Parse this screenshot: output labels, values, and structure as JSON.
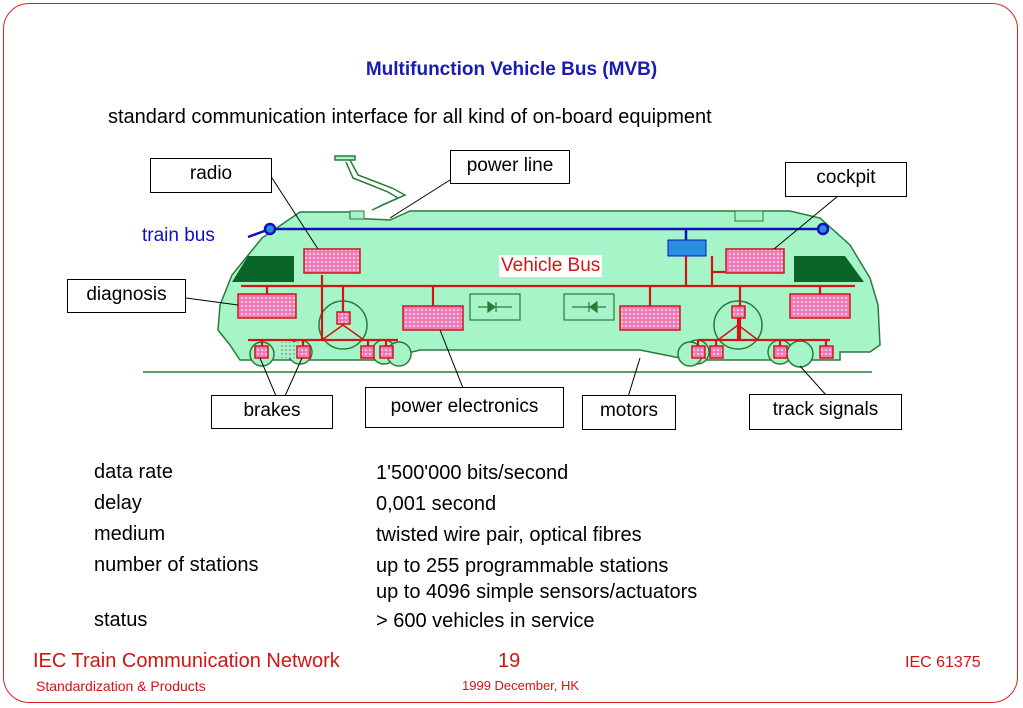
{
  "slide": {
    "title": "Multifunction Vehicle Bus (MVB)",
    "subtitle": "standard communication interface for all kind of on-board equipment"
  },
  "diagram": {
    "labels": {
      "radio": "radio",
      "power_line": "power line",
      "cockpit": "cockpit",
      "train_bus": "train bus",
      "vehicle_bus": "Vehicle Bus",
      "diagnosis": "diagnosis",
      "brakes": "brakes",
      "power_electronics": "power electronics",
      "motors": "motors",
      "track_signals": "track signals"
    },
    "colors": {
      "body_fill": "#a6f5c8",
      "bus_red": "#d21414",
      "train_bus_blue": "#1010c0",
      "device_pink": "#f07ab8",
      "cab_window": "#0a6628",
      "gateway_blue": "#2a8fe0"
    }
  },
  "specs": [
    {
      "key": "data rate",
      "value": "1'500'000 bits/second"
    },
    {
      "key": "delay",
      "value": "0,001 second"
    },
    {
      "key": "medium",
      "value": "twisted wire pair, optical fibres"
    },
    {
      "key": "number of stations",
      "value": "up to 255 programmable stations\nup to 4096 simple sensors/actuators"
    },
    {
      "key": "status",
      "value": "> 600 vehicles in service"
    }
  ],
  "footer": {
    "left_title": "IEC Train Communication Network",
    "left_subtitle": "Standardization & Products",
    "page_number": "19",
    "date": "1999 December, HK",
    "right": "IEC 61375"
  }
}
